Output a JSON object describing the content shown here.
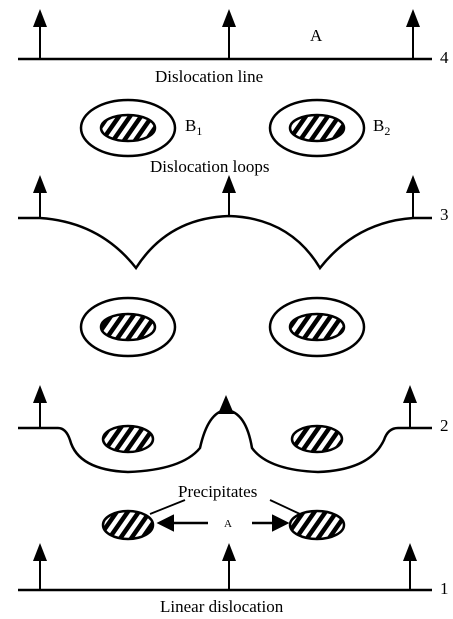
{
  "labels": {
    "stage_4": "4",
    "stage_3": "3",
    "stage_2": "2",
    "stage_1": "1",
    "point_a": "A",
    "loop_b1": "B",
    "loop_b1_sub": "1",
    "loop_b2": "B",
    "loop_b2_sub": "2",
    "dislocation_line": "Dislocation line",
    "dislocation_loops": "Dislocation loops",
    "precipitates": "Precipitates",
    "gap_a": "A",
    "linear_dislocation": "Linear dislocation"
  },
  "colors": {
    "ink": "#000000",
    "background": "#ffffff"
  }
}
